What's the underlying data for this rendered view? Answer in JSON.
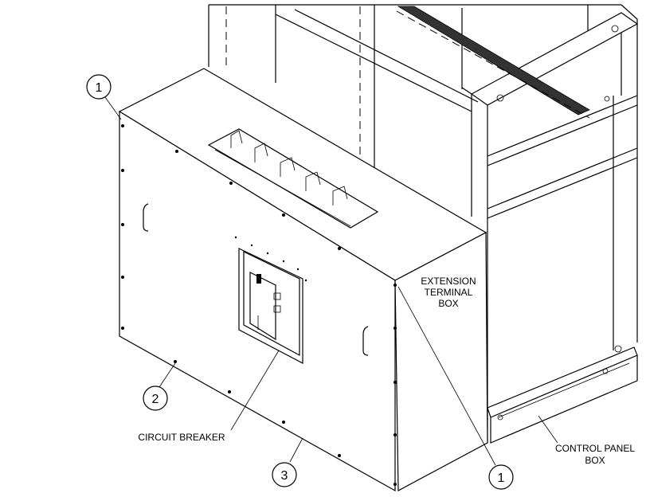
{
  "callouts": {
    "c1_top_left": "1",
    "c2": "2",
    "c3": "3",
    "c1_bottom_right": "1"
  },
  "labels": {
    "extension_line1": "EXTENSION",
    "extension_line2": "TERMINAL",
    "extension_line3": "BOX",
    "circuit_breaker": "CIRCUIT BREAKER",
    "control_line1": "CONTROL PANEL",
    "control_line2": "BOX"
  }
}
